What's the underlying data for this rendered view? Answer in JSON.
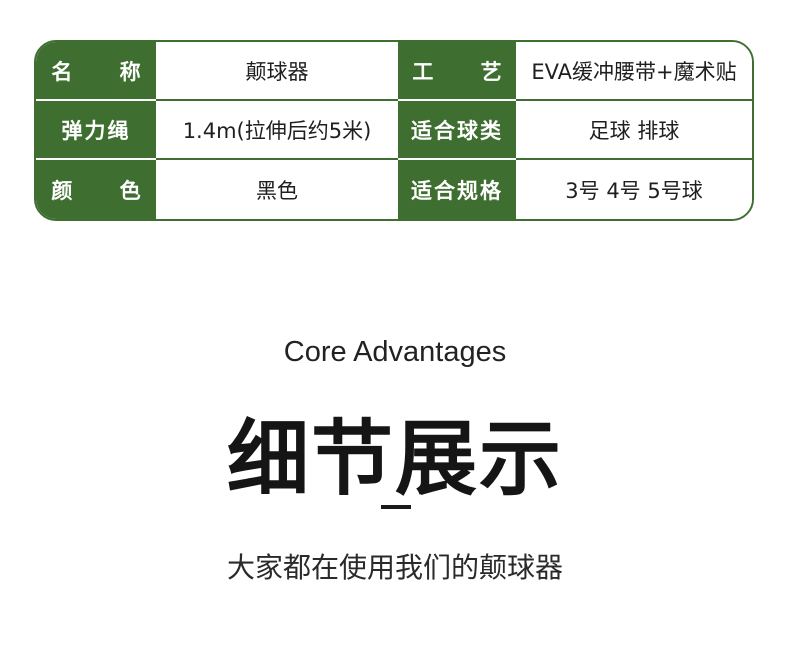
{
  "spec_table": {
    "rows": [
      {
        "label_1": "名 称",
        "value_1": "颠球器",
        "label_2": "工 艺",
        "value_2": "EVA缓冲腰带+魔术贴"
      },
      {
        "label_1": "弹力绳",
        "value_1": "1.4m(拉伸后约5米)",
        "label_2": "适合球类",
        "value_2": "足球  排球"
      },
      {
        "label_1": "颜 色",
        "value_1": "黑色",
        "label_2": "适合规格",
        "value_2": "3号  4号  5号球"
      }
    ],
    "colors": {
      "accent": "#3f6e31",
      "background": "#ffffff"
    }
  },
  "section": {
    "subtitle_en": "Core Advantages",
    "title_cn": "细节展示",
    "caption_cn": "大家都在使用我们的颠球器"
  }
}
